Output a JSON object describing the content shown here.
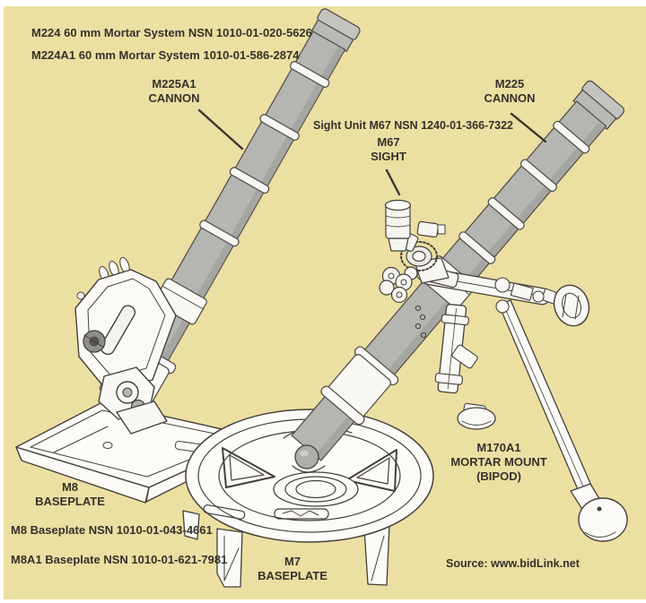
{
  "colors": {
    "background": "#ecdfa2",
    "frame": "#ffffff",
    "ink": "#44403a",
    "text": "#34312b",
    "tube_gray": "#b5b5b2",
    "hardware_white": "#fbfaf7"
  },
  "header_notes": {
    "line1": "M224 60 mm Mortar System NSN 1010-01-020-5626",
    "line2": "M224A1 60 mm Mortar System 1010-01-586-2874"
  },
  "labels": {
    "m225a1_cannon": {
      "line1": "M225A1",
      "line2": "CANNON"
    },
    "m225_cannon": {
      "line1": "M225",
      "line2": "CANNON"
    },
    "sight_unit_note": "Sight Unit M67 NSN 1240-01-366-7322",
    "m67_sight": {
      "line1": "M67",
      "line2": "SIGHT"
    },
    "m8_baseplate": {
      "line1": "M8",
      "line2": "BASEPLATE"
    },
    "m7_baseplate": {
      "line1": "M7",
      "line2": "BASEPLATE"
    },
    "m170a1_mount": {
      "line1": "M170A1",
      "line2": "MORTAR MOUNT",
      "line3": "(BIPOD)"
    }
  },
  "footer_notes": {
    "m8_nsn": "M8 Baseplate NSN 1010-01-043-4661",
    "m8a1_nsn": "M8A1 Baseplate NSN 1010-01-621-7981"
  },
  "source_credit": "Source: www.bidLink.net"
}
